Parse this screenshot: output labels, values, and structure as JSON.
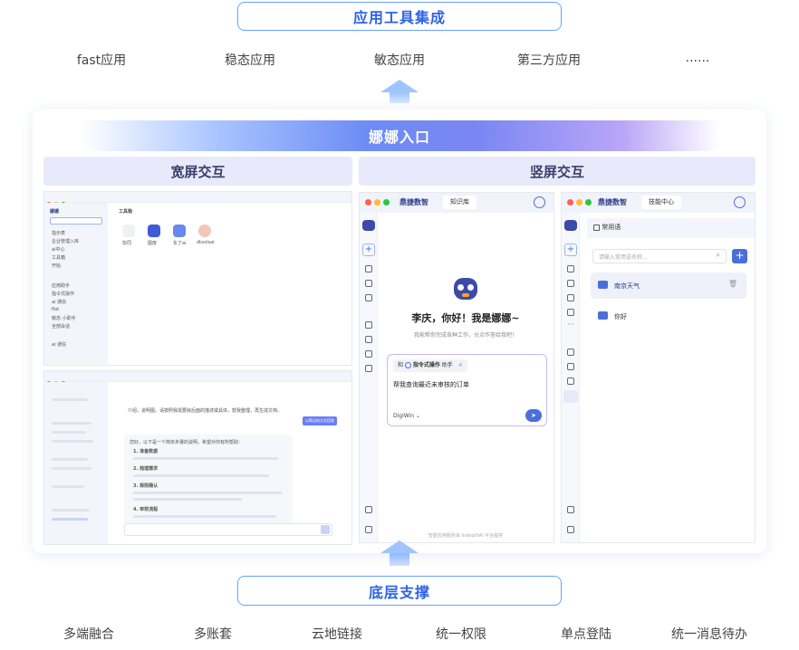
{
  "top_section": {
    "title": "应用工具集成",
    "items": [
      "fast应用",
      "稳态应用",
      "敏态应用",
      "第三方应用",
      "......"
    ]
  },
  "entry": {
    "title": "娜娜入口"
  },
  "wide": {
    "title": "宽屏交互",
    "screen1": {
      "tab": "工具箱",
      "apps": [
        "协同",
        "图度",
        "东了ai",
        "dtoolsai"
      ],
      "menu": [
        "指示表",
        "企业管理入库",
        "ai中心",
        "工具箱",
        "开始",
        "应用助手",
        "指令式操作",
        "ai 通信",
        "flat",
        "敏态 小助手",
        "全部会话",
        "ai 通信"
      ]
    },
    "screen2": {
      "question": "介绍，说明图。请按照我需要就后面的描述或具体，帮我整理，再生成文档。",
      "reply_btn": "以简洁的方式回答",
      "answer_title": "您好，以下是一个简单步骤的说明，希望对你有所帮助：",
      "steps": [
        "1. 准备数据",
        "2. 梳理需求",
        "3. 规则确认",
        "4. 审核流程"
      ]
    }
  },
  "tall": {
    "title": "竖屏交互",
    "chat": {
      "logo": "鼎捷数智",
      "tab": "知识库",
      "greeting": "李庆，你好！我是娜娜~",
      "subtitle": "我能帮你完成各种工作，分点作答给我吧！",
      "chip_prefix": "和",
      "chip": "指令式操作",
      "chip_suffix": "助手",
      "input_text": "帮我查询最近未审核的订单",
      "model": "DigiWin",
      "footer": "智能应用服务由 IndepthAI 平台提供"
    },
    "tools": {
      "logo": "鼎捷数智",
      "tab": "技能中心",
      "section_label": "常用语",
      "search_placeholder": "请输入常用语名称...",
      "items": [
        "南京天气",
        "你好"
      ]
    }
  },
  "bottom_section": {
    "title": "底层支撑",
    "items": [
      "多端融合",
      "多账套",
      "云地链接",
      "统一权限",
      "单点登陆",
      "统一消息待办"
    ]
  }
}
